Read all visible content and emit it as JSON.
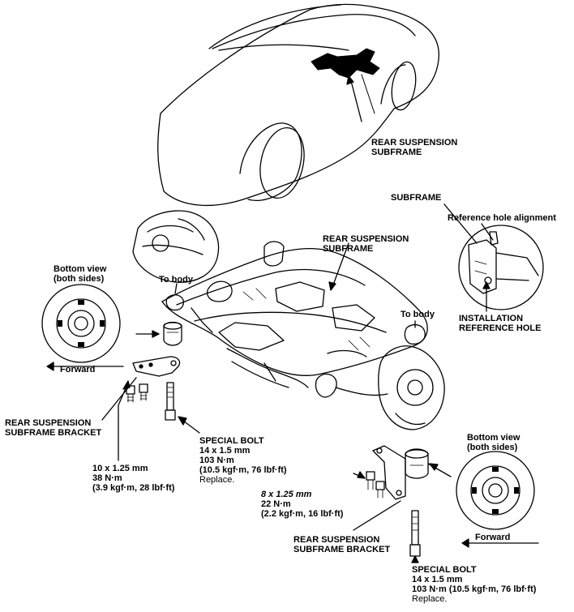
{
  "labels": {
    "car_subframe": [
      "REAR SUSPENSION",
      "SUBFRAME"
    ],
    "subframe": "SUBFRAME",
    "ref_hole_alignment": "Reference hole alignment",
    "rear_subframe_center": [
      "REAR SUSPENSION",
      "SUBFRAME"
    ],
    "installation_ref_hole": [
      "INSTALLATION",
      "REFERENCE HOLE"
    ],
    "to_body_left": "To body",
    "to_body_right": "To body",
    "bottom_view_left": [
      "Bottom view",
      "(both sides)"
    ],
    "bottom_view_right": [
      "Bottom view",
      "(both sides)"
    ],
    "forward_left": "Forward",
    "forward_right": "Forward",
    "bracket_left": [
      "REAR SUSPENSION",
      "SUBFRAME BRACKET"
    ],
    "bracket_right": [
      "REAR SUSPENSION",
      "SUBFRAME BRACKET"
    ],
    "bolt_10": [
      "10 x 1.25 mm",
      "38 N·m",
      "(3.9 kgf·m, 28 lbf·ft)"
    ],
    "special_bolt_mid": [
      "SPECIAL BOLT",
      "14 x 1.5 mm",
      "103 N·m",
      "(10.5 kgf·m, 76 lbf·ft)",
      "Replace."
    ],
    "bolt_8": [
      "8 x 1.25 mm",
      "22 N·m",
      "(2.2 kgf·m, 16 lbf·ft)"
    ],
    "special_bolt_bottom": [
      "SPECIAL BOLT",
      "14 x 1.5 mm",
      "103 N·m (10.5 kgf·m, 76 lbf·ft)",
      "Replace."
    ]
  }
}
